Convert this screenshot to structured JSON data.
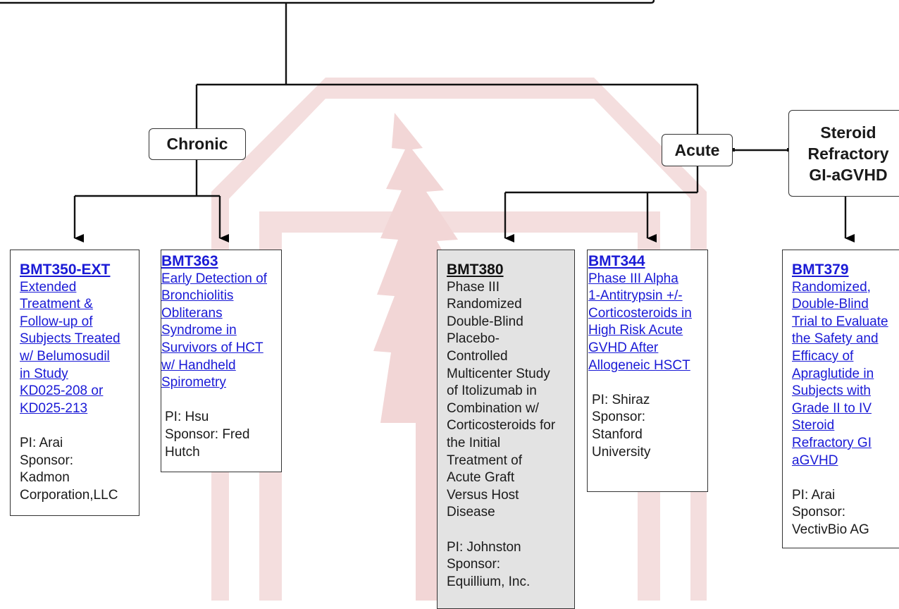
{
  "categories": {
    "chronic": "Chronic",
    "acute": "Acute",
    "steroid_refractory": [
      "Steroid",
      "Refractory",
      "GI-aGVHD"
    ]
  },
  "trials": {
    "bmt350": {
      "id": "BMT350-EXT",
      "desc": [
        "Extended",
        "Treatment &",
        "Follow-up of",
        "Subjects Treated",
        "w/ Belumosudil",
        "in Study",
        "KD025-208 or",
        "KD025-213"
      ],
      "pi": "PI: Arai",
      "sponsor": [
        "Sponsor:",
        "Kadmon",
        "Corporation,LLC"
      ]
    },
    "bmt363": {
      "id": "BMT363",
      "desc": [
        "Early Detection of",
        "Bronchiolitis",
        "Obliterans",
        "Syndrome in",
        "Survivors of HCT",
        "w/ Handheld",
        "Spirometry"
      ],
      "pi": "PI: Hsu",
      "sponsor": [
        "Sponsor: Fred",
        "Hutch"
      ]
    },
    "bmt380": {
      "id": "BMT380",
      "desc": [
        "Phase III",
        "Randomized",
        "Double-Blind",
        "Placebo-",
        "Controlled",
        "Multicenter Study",
        "of Itolizumab in",
        "Combination w/",
        "Corticosteroids for",
        "the Initial",
        "Treatment of",
        "Acute Graft",
        "Versus Host",
        "Disease"
      ],
      "pi": "PI: Johnston",
      "sponsor": [
        "Sponsor:",
        "Equillium, Inc."
      ]
    },
    "bmt344": {
      "id": "BMT344",
      "desc": [
        "Phase III Alpha",
        "1-Antitrypsin +/-",
        "Corticosteroids in",
        "High Risk Acute",
        "GVHD After",
        "Allogeneic HSCT"
      ],
      "pi": "PI: Shiraz",
      "sponsor": [
        "Sponsor:",
        "Stanford",
        "University"
      ]
    },
    "bmt379": {
      "id": "BMT379",
      "desc": [
        "Randomized,",
        "Double-Blind",
        "Trial to Evaluate",
        "the Safety and",
        "Efficacy of",
        "Apraglutide in",
        "Subjects with",
        "Grade II to IV",
        "Steroid",
        "Refractory GI",
        "aGVHD"
      ],
      "pi": "PI: Arai",
      "sponsor": [
        "Sponsor:",
        "VectivBio AG"
      ]
    }
  },
  "colors": {
    "link": "#1a1ad6",
    "watermark": "#f4dede",
    "shaded_box": "#e3e3e3",
    "border": "#333333"
  }
}
